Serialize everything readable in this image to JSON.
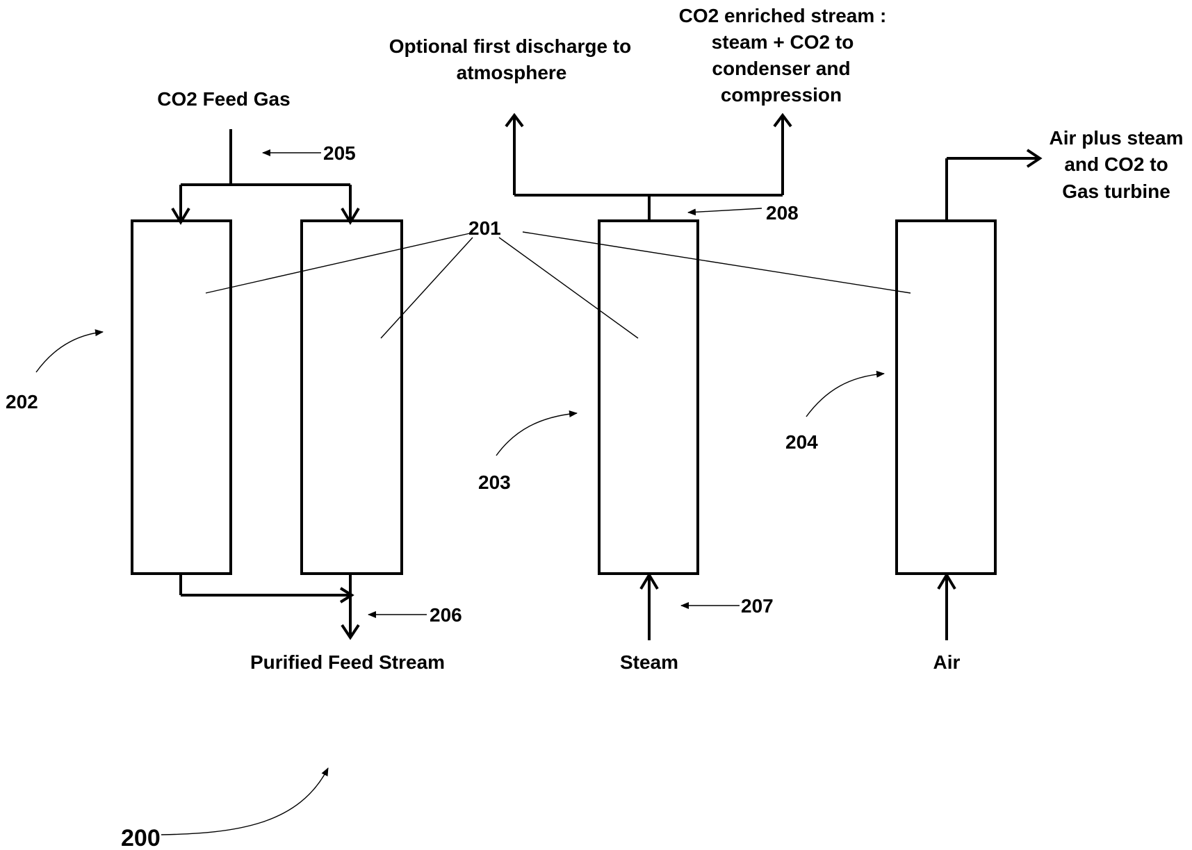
{
  "labels": {
    "co2_feed_gas": "CO2 Feed Gas",
    "optional_discharge_line1": "Optional first discharge to",
    "optional_discharge_line2": "atmosphere",
    "co2_enriched_line1": "CO2 enriched stream :",
    "co2_enriched_line2": "steam + CO2 to",
    "co2_enriched_line3": "condenser and",
    "co2_enriched_line4": "compression",
    "air_plus_steam_line1": "Air plus steam",
    "air_plus_steam_line2": "and CO2 to",
    "air_plus_steam_line3": "Gas turbine",
    "purified_feed_stream": "Purified Feed Stream",
    "steam": "Steam",
    "air": "Air"
  },
  "refs": {
    "r200": "200",
    "r201": "201",
    "r202": "202",
    "r203": "203",
    "r204": "204",
    "r205": "205",
    "r206": "206",
    "r207": "207",
    "r208": "208"
  }
}
